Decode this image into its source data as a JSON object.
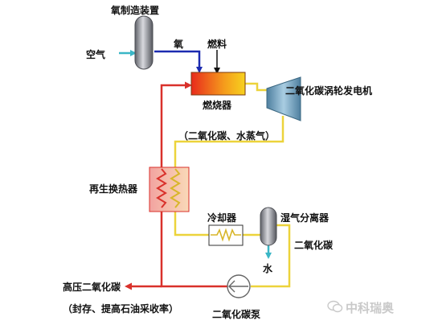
{
  "labels": {
    "oxygen_plant": "氧制造装置",
    "air": "空气",
    "oxygen": "氧",
    "fuel": "燃料",
    "combustor": "燃烧器",
    "turbine_generator": "二氧化碳涡轮发电机",
    "exhaust": "（二氧化碳、水蒸气）",
    "regen_heat_exchanger": "再生换热器",
    "cooler": "冷却器",
    "separator": "湿气分离器",
    "co2": "二氧化碳",
    "water": "水",
    "high_pressure_co2": "高压二氧化碳",
    "storage_note": "（封存、提高石油采收率）",
    "co2_pump": "二氧化碳泵"
  },
  "watermark": "中科瑞奥",
  "colors": {
    "air_line": "#3ab6c6",
    "oxygen_line": "#1c2bb0",
    "hot_line": "#d9312b",
    "exhaust_line": "#ecd33b",
    "fuel_line": "#111111",
    "vessel": "#8e9098",
    "turbine": "#6f9fbe"
  }
}
